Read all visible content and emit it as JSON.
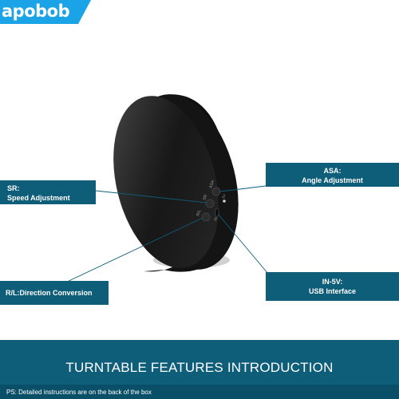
{
  "brand": {
    "logo_text": "apobob",
    "logo_color": "#1aa3e6"
  },
  "callouts": {
    "sr": {
      "line1": "SR:",
      "line2": "Speed Adjustment"
    },
    "rl": {
      "line1": "R/L:Direction Conversion"
    },
    "asa": {
      "line1": "ASA:",
      "line2": "Angle Adjustment"
    },
    "in5v": {
      "line1": "IN-5V:",
      "line2": "USB Interface"
    }
  },
  "device_labels": {
    "asa": "ASA",
    "sr": "SR",
    "rl": "R/L",
    "in": "IN",
    "v5": "5V"
  },
  "footer": {
    "title": "TURNTABLE FEATURES INTRODUCTION",
    "note": "PS: Detailed instructions are on the back of the box"
  },
  "colors": {
    "callout_bg": "#0e5d79",
    "footer_bg": "#0e5d79",
    "turntable": "#1b1b1b"
  }
}
